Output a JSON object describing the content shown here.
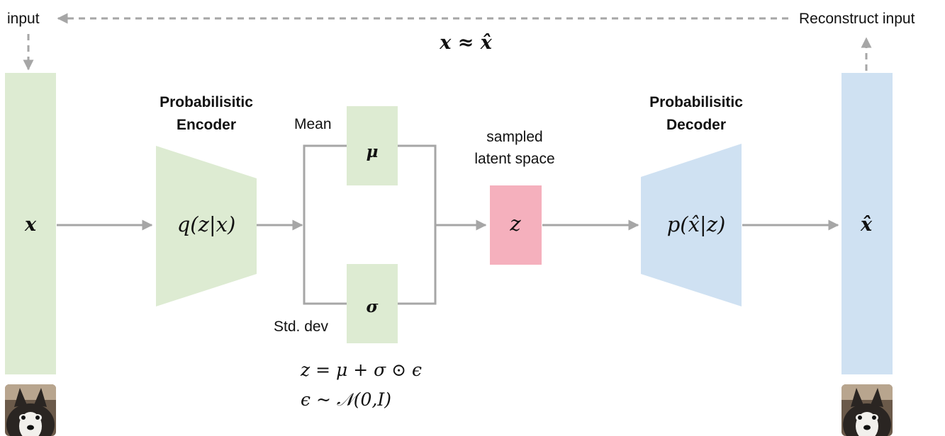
{
  "labels": {
    "input": "input",
    "reconstruct": "Reconstruct input",
    "approx": "x ≈ x̂",
    "encoder_line1": "Probabilisitic",
    "encoder_line2": "Encoder",
    "decoder_line1": "Probabilisitic",
    "decoder_line2": "Decoder",
    "mean": "Mean",
    "std": "Std. dev",
    "latent_line1": "sampled",
    "latent_line2": "latent space"
  },
  "symbols": {
    "x": "x",
    "x_hat": "x̂",
    "encoder": "q(z|x)",
    "decoder": "p(x̂|z)",
    "mu": "μ",
    "sigma": "σ",
    "z": "z"
  },
  "equations": {
    "reparam": "z = μ + σ ⊙ ϵ",
    "noise": "ϵ ~ 𝒩(0,I)"
  },
  "colors": {
    "green": "#ddebd2",
    "blue": "#cfe1f2",
    "pink": "#f5b0bd",
    "line": "#a6a6a6"
  },
  "icons": {
    "input_image": "husky-photo-icon",
    "output_image": "husky-photo-icon"
  }
}
